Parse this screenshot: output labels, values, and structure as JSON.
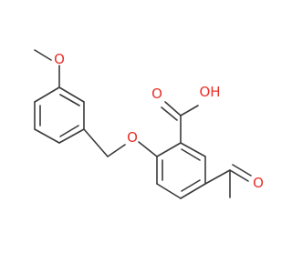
{
  "molecule": {
    "atoms": [
      {
        "id": "methoxy_O",
        "symbol": "O",
        "label": "O",
        "color": "#e8302a"
      },
      {
        "id": "ether_O",
        "symbol": "O",
        "label": "O",
        "color": "#e8302a"
      },
      {
        "id": "acid_carbonyl_O",
        "symbol": "O",
        "label": "O",
        "color": "#e8302a"
      },
      {
        "id": "acid_OH",
        "symbol": "O",
        "label": "OH",
        "color": "#e8302a"
      },
      {
        "id": "ketone_O",
        "symbol": "O",
        "label": "O",
        "color": "#e8302a"
      }
    ],
    "bond_color": "#3a3a3a"
  }
}
